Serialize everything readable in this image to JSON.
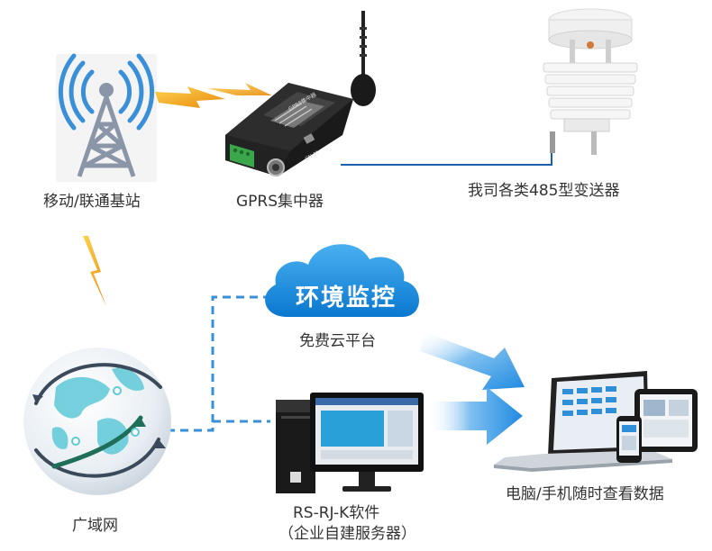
{
  "nodes": {
    "tower": {
      "label": "移动/联通基站"
    },
    "gprs": {
      "label": "GPRS集中器",
      "device_text": "GPRS集中器",
      "port_text": "CN-M"
    },
    "transmitter": {
      "label": "我司各类485型变送器"
    },
    "cloud": {
      "title": "环境监控",
      "label": "免费云平台"
    },
    "internet": {
      "label": "广域网"
    },
    "software": {
      "label_line1": "RS-RJ-K软件",
      "label_line2": "（企业自建服务器）"
    },
    "devices": {
      "label": "电脑/手机随时查看数据"
    }
  },
  "colors": {
    "tower_blue": "#3a8fd9",
    "tower_gray": "#8a96a8",
    "lightning": "#f5a623",
    "dashed_line": "#3a8fd9",
    "cloud": "#1c8fe0",
    "arrow": "#2a93e0",
    "globe_teal": "#5fc9d8"
  }
}
